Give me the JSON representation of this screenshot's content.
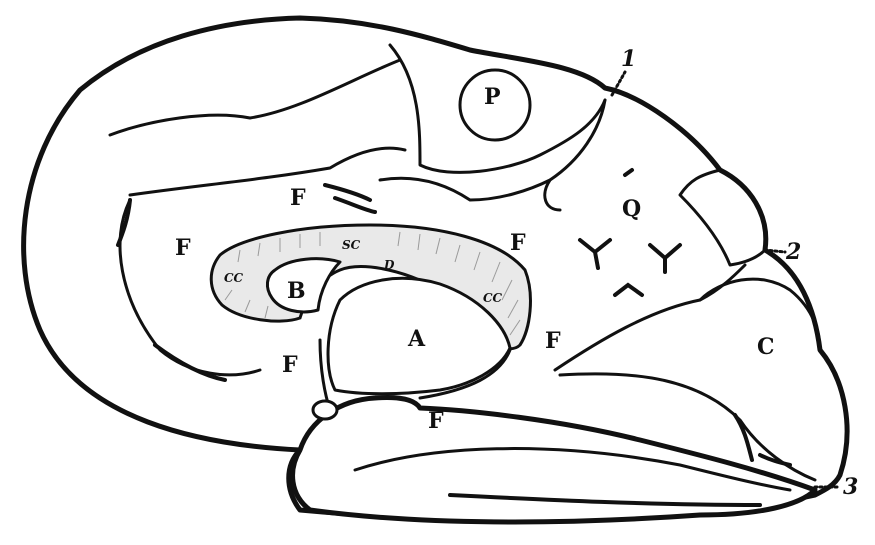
{
  "labels": {
    "P": "P",
    "F_top": "F",
    "F_left": "F",
    "F_mid": "F",
    "F_lower_left": "F",
    "F_right": "F",
    "F_bottom": "F",
    "A": "A",
    "B": "B",
    "D": "D",
    "CC_left": "CC",
    "SC": "SC",
    "CC_right": "CC",
    "Q": "Q",
    "C": "C",
    "one": "1",
    "two": "2",
    "three": "3"
  },
  "colors": {
    "ink": "#111111",
    "paper": "#ffffff",
    "callosum_shade": "#e9e9e9"
  }
}
